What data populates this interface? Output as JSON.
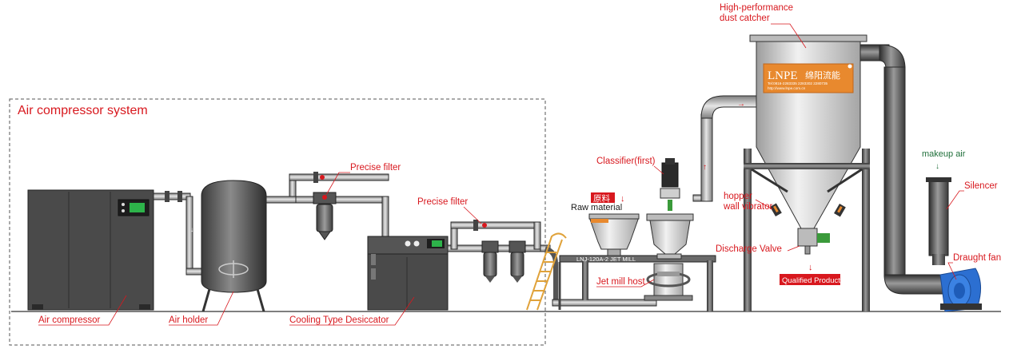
{
  "system_box_title": "Air compressor system",
  "labels": {
    "air_compressor": "Air compressor",
    "air_holder": "Air holder",
    "cooling_desiccator": "Cooling Type Desiccator",
    "precise_filter_1": "Precise filter",
    "precise_filter_2": "Precise filter",
    "classifier": "Classifier(first)",
    "raw_material_cn": "原料",
    "raw_material": "Raw material",
    "jet_mill_host": "Jet mill host",
    "mill_plate": "LNJ-120A-2 JET MILL",
    "dust_catcher_line1": "High-performance",
    "dust_catcher_line2": "dust catcher",
    "hopper": "hopper",
    "wall_vibrator": "wall vibrator",
    "discharge_valve": "Discharge Valve",
    "qualified_product": "Qualified Product",
    "makeup_air": "makeup air",
    "silencer": "Silencer",
    "draught_fan": "Draught fan"
  },
  "brand": {
    "name": "LNPE",
    "name_cn": "绵阳流能",
    "line1": "Tel:0816-2283335 2283302 2280735",
    "line2": "http://www.lnpe.com.cn"
  },
  "colors": {
    "label_red": "#d8181e",
    "machine_dark": "#4a4a4a",
    "steel": "#cfcfcf",
    "brand_orange": "#e8892e",
    "fan_blue": "#2c6fd1",
    "screen_green": "#2db34a",
    "makeup_green": "#1f6f3a"
  }
}
